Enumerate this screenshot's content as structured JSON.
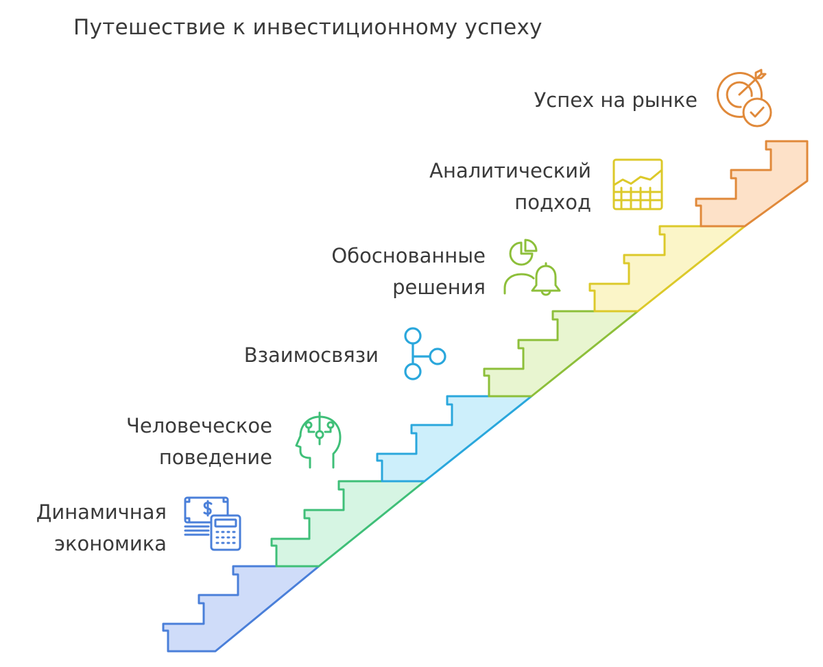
{
  "title": "Путешествие к инвестиционному успеху",
  "steps": [
    {
      "line1": "Динамичная",
      "line2": "экономика",
      "icon": "money-calculator-icon",
      "color": "#4a7fd9",
      "fill": "#cfdcf9"
    },
    {
      "line1": "Человеческое",
      "line2": "поведение",
      "icon": "head-circuit-icon",
      "color": "#3fbf78",
      "fill": "#d6f5e3"
    },
    {
      "line1": "Взаимосвязи",
      "line2": "",
      "icon": "connected-nodes-icon",
      "color": "#2aa7dc",
      "fill": "#cdeffb"
    },
    {
      "line1": "Обоснованные",
      "line2": "решения",
      "icon": "person-chart-bell-icon",
      "color": "#8dbf3a",
      "fill": "#e8f5d0"
    },
    {
      "line1": "Аналитический",
      "line2": "подход",
      "icon": "growth-chart-icon",
      "color": "#dcc92a",
      "fill": "#fbf5c8"
    },
    {
      "line1": "Успех на рынке",
      "line2": "",
      "icon": "target-check-icon",
      "color": "#e0893a",
      "fill": "#fde1c8"
    }
  ]
}
